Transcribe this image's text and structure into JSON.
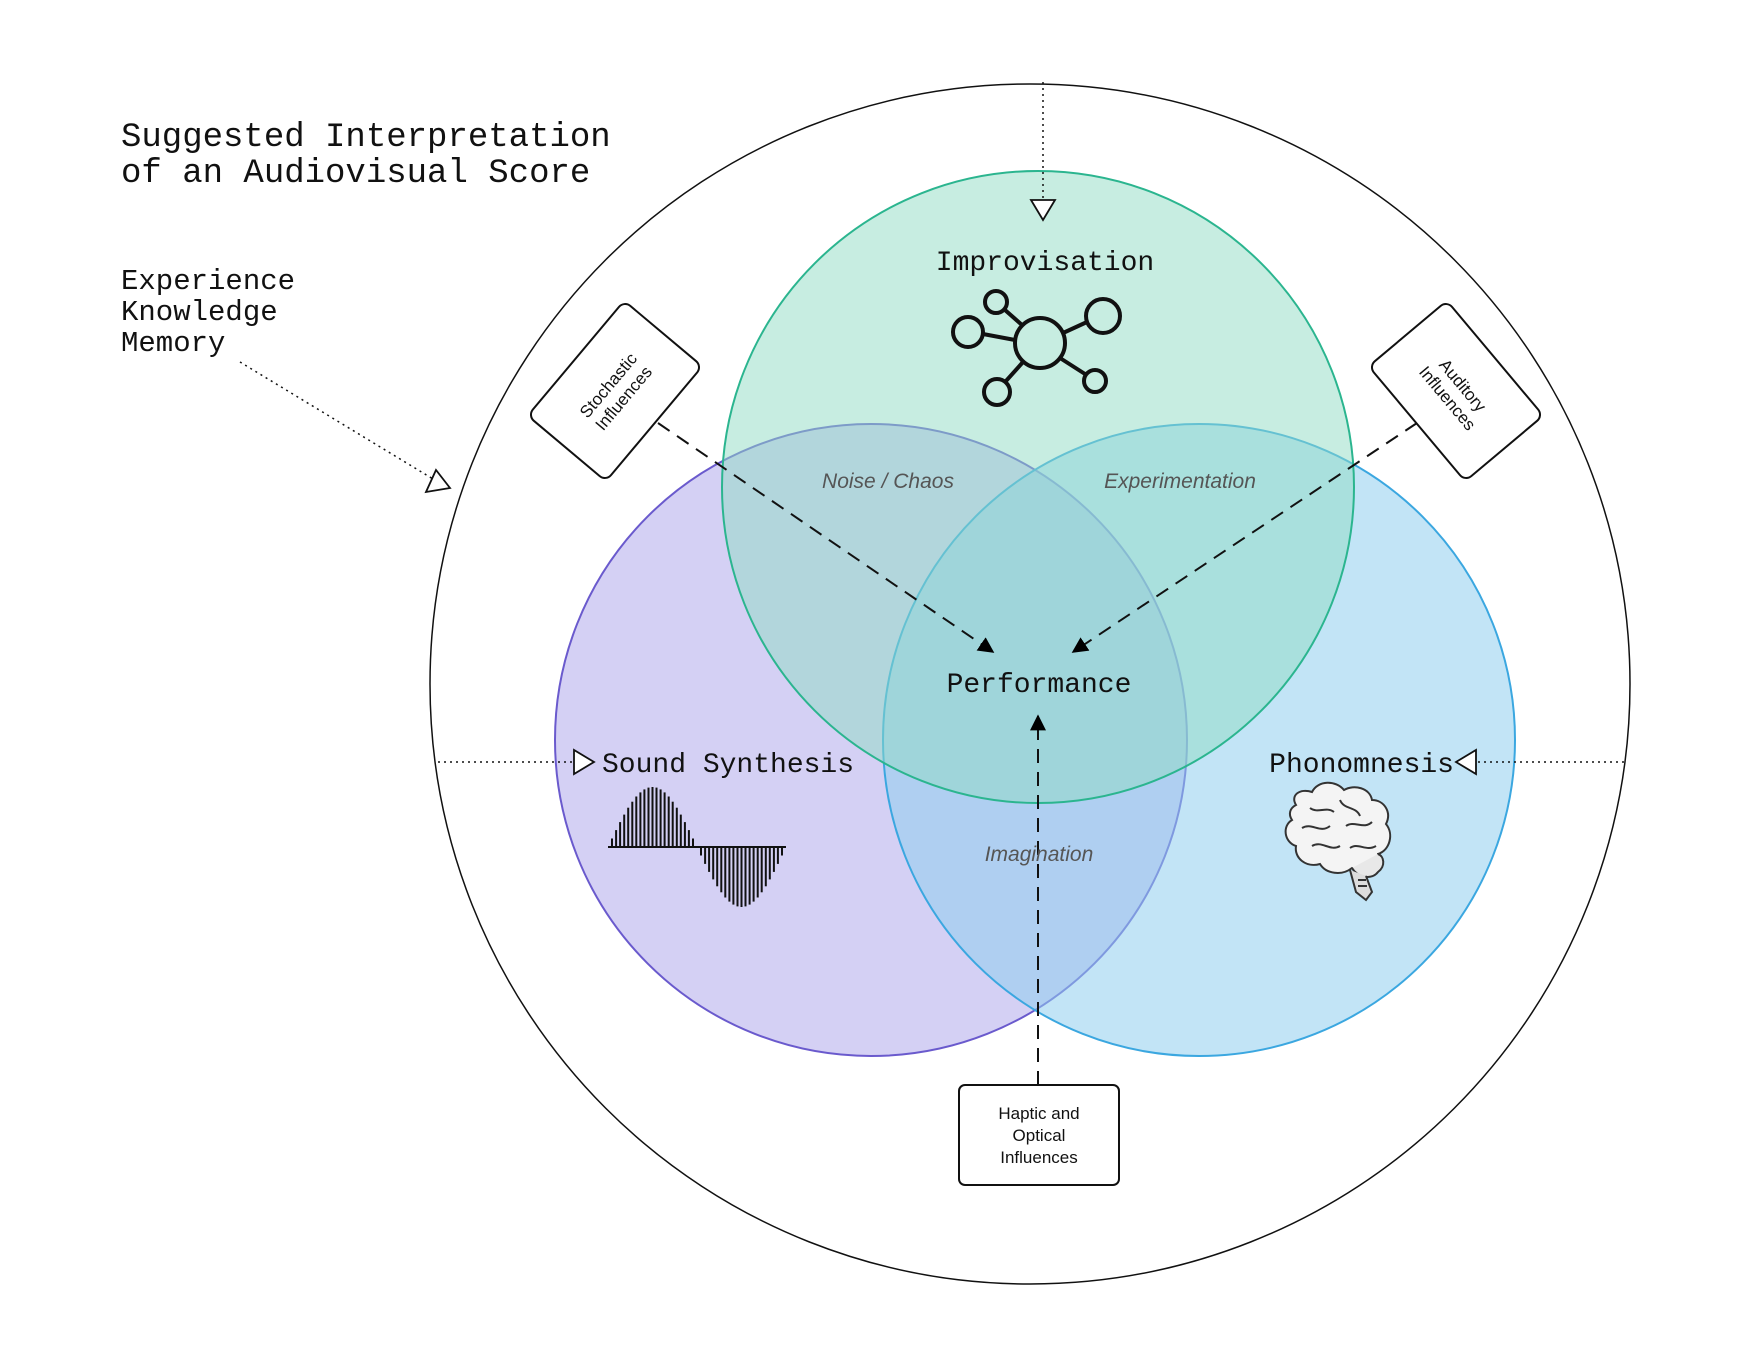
{
  "title": {
    "line1": "Suggested Interpretation",
    "line2": "of an Audiovisual Score"
  },
  "outer_label": {
    "line1": "Experience",
    "line2": "Knowledge",
    "line3": "Memory"
  },
  "circles": {
    "improvisation": {
      "label": "Improvisation",
      "color": "#2bb58f",
      "icon": "network-icon"
    },
    "sound_synthesis": {
      "label": "Sound Synthesis",
      "color": "#6a5acd",
      "icon": "waveform-icon"
    },
    "phonomnesis": {
      "label": "Phonomnesis",
      "color": "#3ba7e0",
      "icon": "brain-icon"
    }
  },
  "center": {
    "label": "Performance"
  },
  "intersections": {
    "noise_chaos": "Noise / Chaos",
    "experimentation": "Experimentation",
    "imagination": "Imagination"
  },
  "influence_boxes": {
    "stochastic": {
      "line1": "Stochastic",
      "line2": "Influences"
    },
    "auditory": {
      "line1": "Auditory",
      "line2": "Influences"
    },
    "haptic": {
      "line1": "Haptic and",
      "line2": "Optical",
      "line3": "Influences"
    }
  }
}
